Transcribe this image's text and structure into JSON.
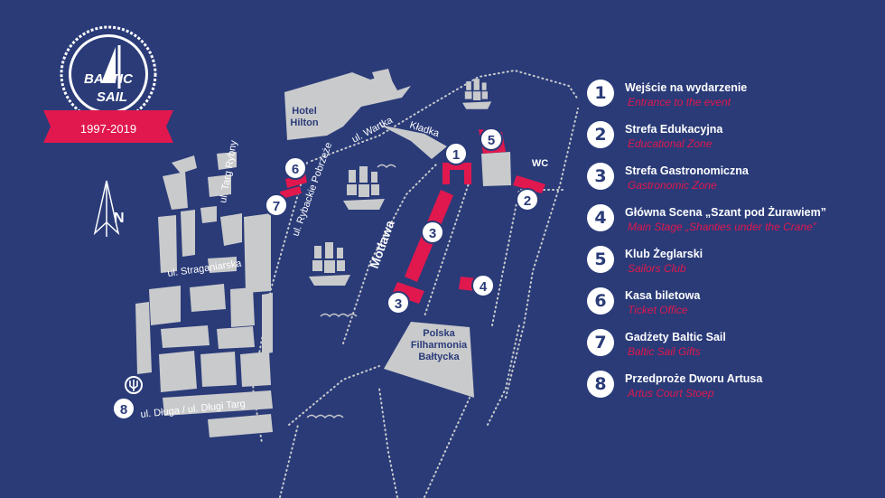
{
  "logo": {
    "name": "BALTIC SAIL",
    "line1": "BALTIC",
    "line2": "SAIL",
    "years": "1997-2019"
  },
  "compass": {
    "label": "N"
  },
  "streets": {
    "targ_rybny": "ul. Targ Rybny",
    "rybackie": "ul. Rybackie Pobrzeże",
    "wartka": "ul. Wartka",
    "straganiarska": "ul. Straganiarska",
    "dluga": "ul. Długa / ul. Długi Targ",
    "kladka": "Kładka",
    "motlawa": "Motława"
  },
  "buildings": {
    "hotel_line1": "Hotel",
    "hotel_line2": "Hilton",
    "phil_line1": "Polska",
    "phil_line2": "Filharmonia",
    "phil_line3": "Bałtycka",
    "wc": "WC"
  },
  "markers": [
    "1",
    "2",
    "3",
    "3",
    "4",
    "5",
    "6",
    "7",
    "8"
  ],
  "legend": [
    {
      "num": "1",
      "pl": "Wejście na wydarzenie",
      "en": "Entrance to the event"
    },
    {
      "num": "2",
      "pl": "Strefa Edukacyjna",
      "en": "Educational Zone"
    },
    {
      "num": "3",
      "pl": "Strefa Gastronomiczna",
      "en": "Gastronomic Zone"
    },
    {
      "num": "4",
      "pl": "Główna Scena „Szant pod Żurawiem”",
      "en": "Main Stage „Shanties under the Crane”"
    },
    {
      "num": "5",
      "pl": "Klub Żeglarski",
      "en": "Sailors Club"
    },
    {
      "num": "6",
      "pl": "Kasa biletowa",
      "en": "Ticket Office"
    },
    {
      "num": "7",
      "pl": "Gadżety Baltic Sail",
      "en": "Baltic Sail Gifts"
    },
    {
      "num": "8",
      "pl": "Przedproże Dworu Artusa",
      "en": "Artus Court Stoep"
    }
  ],
  "colors": {
    "background": "#2a3b78",
    "building": "#c9cacc",
    "accent": "#e0184e",
    "marker": "#ffffff"
  }
}
